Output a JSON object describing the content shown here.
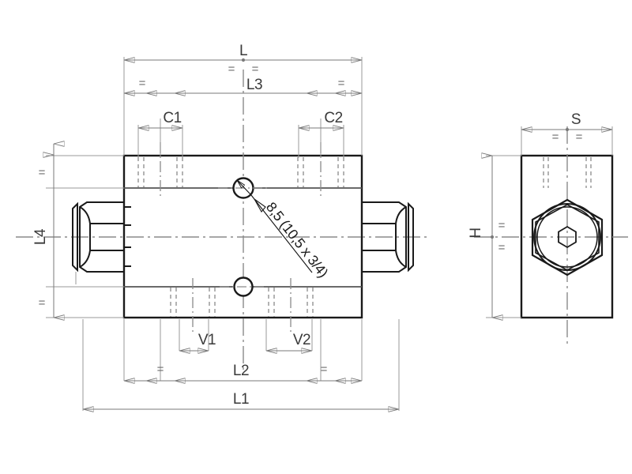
{
  "drawing": {
    "title": "hydraulic-valve-technical-drawing",
    "background_color": "#ffffff",
    "outline_color": "#1a1a1a",
    "dimension_color": "#7a7a7a",
    "hidden_line_color": "#9a9a9a",
    "center_line_color": "#8a8a8a",
    "text_color": "#3a3a3a"
  },
  "front_view": {
    "dimensions": {
      "overall_length_outer": "L1",
      "overall_length_body": "L",
      "port_spacing_top": "L3",
      "port_spacing_bottom": "L2",
      "height": "L4",
      "cap_offset_left": "C1",
      "cap_offset_right": "C2",
      "valve_offset_left": "V1",
      "valve_offset_right": "V2"
    },
    "equality_marks": {
      "top_L_left": "=",
      "top_L_right": "=",
      "top_L3_left": "=",
      "top_L3_right": "=",
      "left_L4_upper": "=",
      "left_L4_lower": "=",
      "bottom_L2_left": "=",
      "bottom_L2_right": "="
    },
    "annotations": {
      "port_thread": "8,5 (10,5 x 3/4)"
    }
  },
  "side_view": {
    "dimensions": {
      "width": "S",
      "height": "H"
    },
    "equality_marks": {
      "top_S_left": "=",
      "top_S_right": "=",
      "left_H_upper": "=",
      "left_H_lower": "="
    }
  }
}
